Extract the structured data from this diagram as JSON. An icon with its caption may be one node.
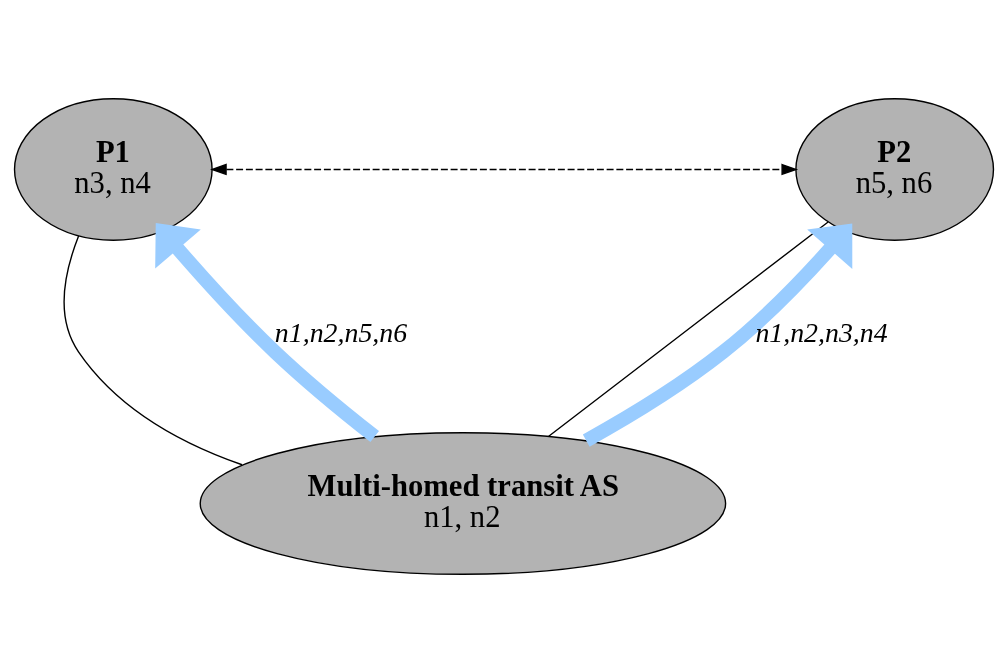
{
  "diagram": {
    "nodes": [
      {
        "text": [
          "P1",
          "n3, n4"
        ]
      },
      {
        "text": [
          "P2",
          "n5, n6"
        ]
      },
      {
        "text": [
          "Multi-homed transit AS",
          "n1, n2"
        ]
      }
    ],
    "edges": [
      {
        "from": 2,
        "to": 0,
        "arrow": "none"
      },
      {
        "from": 2,
        "to": 1,
        "arrow": "none"
      },
      {
        "from": 2,
        "to": 0,
        "arrow": "to",
        "label": "n1,n2,n5,n6",
        "style": "thick",
        "color": "#99ccff"
      },
      {
        "from": 2,
        "to": 1,
        "arrow": "to",
        "label": "n1,n2,n3,n4",
        "style": "thick",
        "color": "#99ccff"
      },
      {
        "from": 0,
        "to": 1,
        "arrow": "both",
        "style": "dashed"
      }
    ]
  }
}
